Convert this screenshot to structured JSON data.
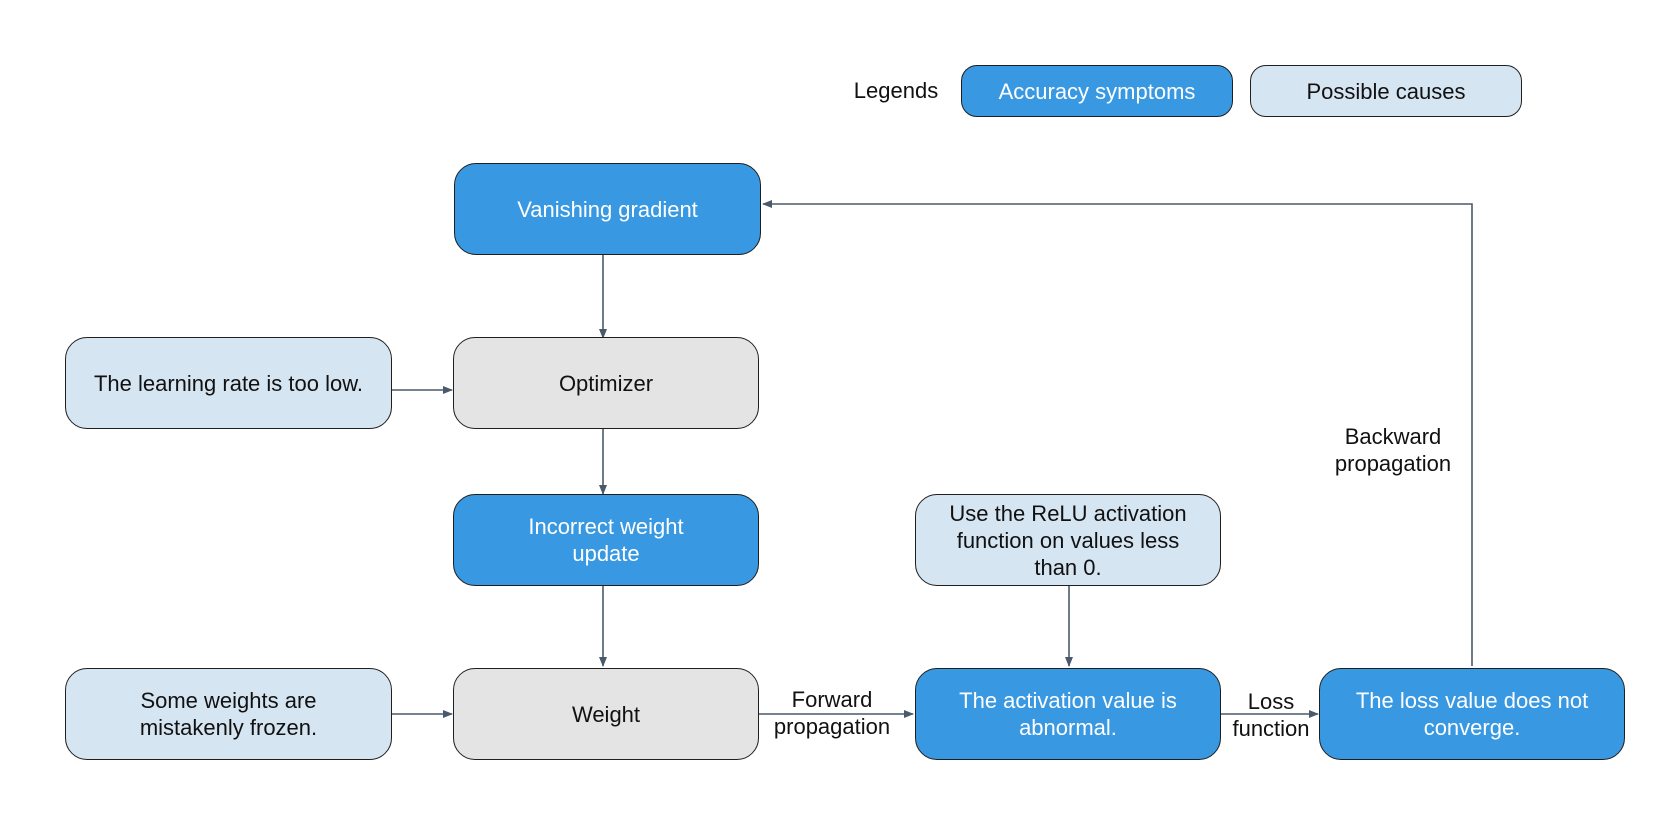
{
  "legend": {
    "title": "Legends",
    "symptom_label": "Accuracy symptoms",
    "cause_label": "Possible causes"
  },
  "colors": {
    "symptom": "#3898e2",
    "cause": "#d6e5f2",
    "component": "#e4e4e4",
    "connector": "#4a5a6a"
  },
  "nodes": {
    "vanishing_gradient": "Vanishing gradient",
    "learning_rate_low": "The learning rate is too low.",
    "optimizer": "Optimizer",
    "incorrect_weight_update": "Incorrect weight\nupdate",
    "weights_frozen": "Some weights are\nmistakenly frozen.",
    "weight": "Weight",
    "relu_cause": "Use the ReLU activation\nfunction on values less\nthan 0.",
    "activation_abnormal": "The activation value is\nabnormal.",
    "loss_not_converge": "The loss value does not\nconverge."
  },
  "edge_labels": {
    "forward": "Forward\npropagation",
    "loss": "Loss\nfunction",
    "backward": "Backward\npropagation"
  }
}
